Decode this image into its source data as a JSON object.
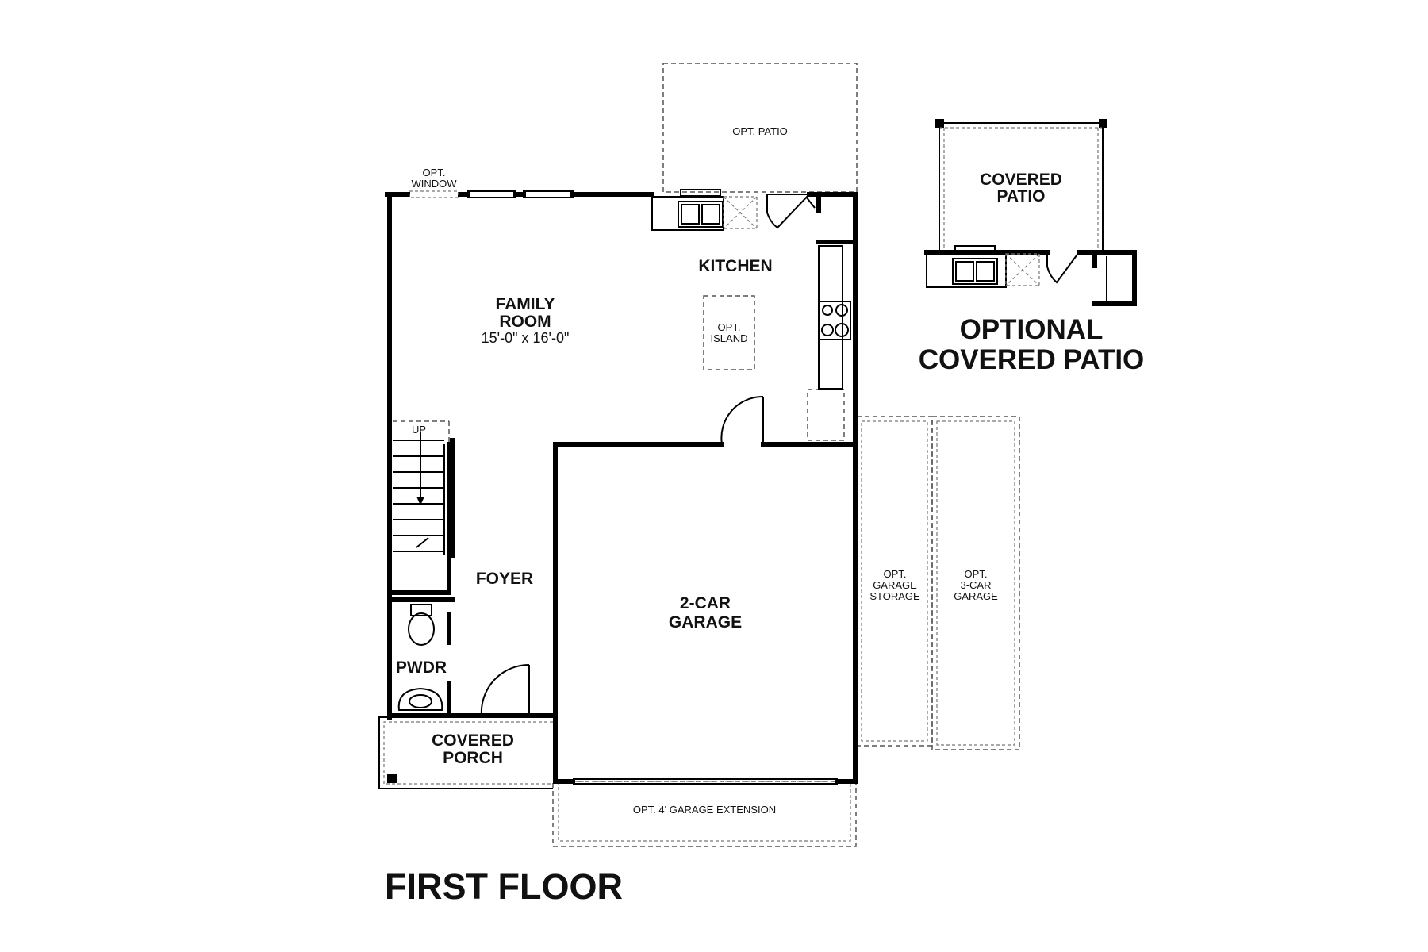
{
  "plan": {
    "title": "FIRST FLOOR",
    "rooms": {
      "family_room": {
        "name_line1": "FAMILY",
        "name_line2": "ROOM",
        "dimensions": "15'-0\" x 16'-0\""
      },
      "kitchen": {
        "name": "KITCHEN"
      },
      "foyer": {
        "name": "FOYER"
      },
      "powder": {
        "name": "PWDR"
      },
      "garage": {
        "name_line1": "2-CAR",
        "name_line2": "GARAGE"
      },
      "covered_porch": {
        "name_line1": "COVERED",
        "name_line2": "PORCH"
      },
      "stairs": {
        "label": "UP"
      }
    },
    "options": {
      "opt_patio": "OPT. PATIO",
      "opt_window_line1": "OPT.",
      "opt_window_line2": "WINDOW",
      "opt_island_line1": "OPT.",
      "opt_island_line2": "ISLAND",
      "opt_garage_storage_line1": "OPT.",
      "opt_garage_storage_line2": "GARAGE",
      "opt_garage_storage_line3": "STORAGE",
      "opt_3car_line1": "OPT.",
      "opt_3car_line2": "3-CAR",
      "opt_3car_line3": "GARAGE",
      "opt_garage_extension": "OPT. 4' GARAGE EXTENSION"
    },
    "inset": {
      "room_line1": "COVERED",
      "room_line2": "PATIO",
      "caption_line1": "OPTIONAL",
      "caption_line2": "COVERED PATIO"
    }
  }
}
